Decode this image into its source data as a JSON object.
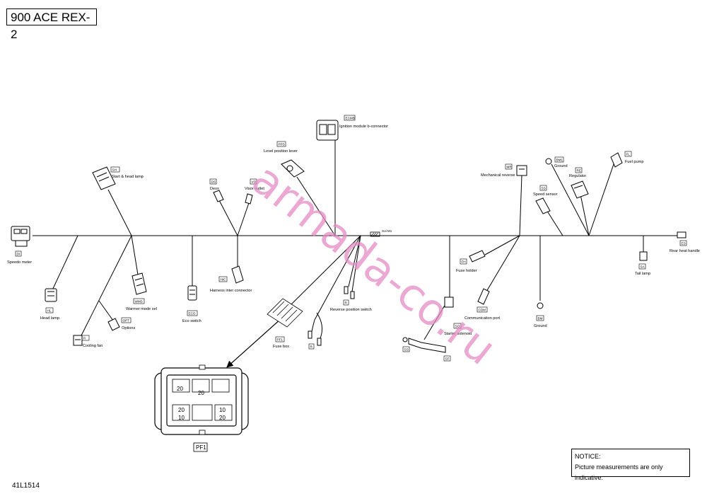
{
  "title": "900 ACE REX-2",
  "document_number": "41L1514",
  "watermark": "armada-co.ru",
  "notice": {
    "heading": "NOTICE:",
    "text": "Picture measurements are only indicative."
  },
  "components": {
    "speedo": {
      "code": "DI",
      "label": "Speedo meter"
    },
    "headlamp": {
      "code": "HL",
      "label": "Head lamp"
    },
    "start_head": {
      "code": "SH",
      "label": "Start & head lamp"
    },
    "cooling_fan": {
      "code": "FI",
      "label": "Cooling fan"
    },
    "options": {
      "code": "OPT",
      "label": "Options"
    },
    "warmer": {
      "code": "WMS",
      "label": "Warmer mode sel"
    },
    "eco": {
      "code": "ECO",
      "label": "Eco switch"
    },
    "dess": {
      "code": "DS",
      "label": "Dess"
    },
    "visor": {
      "code": "VO",
      "label": "Visor outlet"
    },
    "harness": {
      "code": "HIC",
      "label": "Harness inter connector"
    },
    "level_lever": {
      "code": "PPS",
      "label": "Level position lever"
    },
    "ignition": {
      "code": "ECMB",
      "label": "Ignition module b-connector"
    },
    "fuse_box": {
      "code": "PF1",
      "label": "Fuse box"
    },
    "reverse_switch": {
      "code": "R",
      "label": "Reverse position switch"
    },
    "rev_plug": {
      "code": "R"
    },
    "splice": {
      "code": "Sol M1"
    },
    "mech_reverse": {
      "code": "MR",
      "label": "Mechanical reverse"
    },
    "ground1": {
      "code": "BM1",
      "label": "Ground"
    },
    "regulator": {
      "code": "RE",
      "label": "Regulator"
    },
    "fuel_pump": {
      "code": "FL",
      "label": "Fuel pump"
    },
    "speed_sensor": {
      "code": "SS",
      "label": "Speed sensor"
    },
    "fuse_holder": {
      "code": "FH",
      "label": "Fuse holder"
    },
    "comm_port": {
      "code": "CDM",
      "label": "Communication port"
    },
    "ground2": {
      "code": "BM",
      "label": "Ground"
    },
    "tail_lamp": {
      "code": "SA",
      "label": "Tail lamp"
    },
    "rear_heat": {
      "code": "ES",
      "label": "Rear heat handle"
    },
    "starter_solenoid": {
      "code": "SO",
      "label": "Starter solenoid"
    },
    "solenoid_left": {
      "code": "SS"
    },
    "solenoid_right": {
      "code": "SF"
    }
  },
  "fuse_detail": {
    "label": "PF1",
    "fuse_ratings": [
      "20",
      "20",
      "20",
      "10",
      "10",
      "20"
    ]
  },
  "colors": {
    "line": "#000000",
    "watermark": "#e58cc4"
  }
}
